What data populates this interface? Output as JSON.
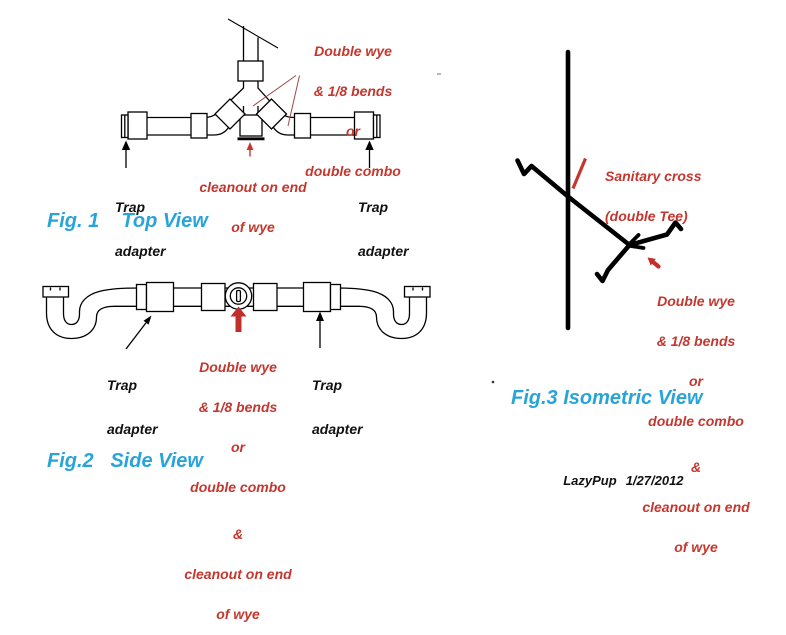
{
  "colors": {
    "red": "#C4372F",
    "leader_red": "#9C4A48",
    "blue": "#29A4D9",
    "ink": "#000000"
  },
  "fig1": {
    "caption": "Fig. 1    Top View",
    "wye_note": [
      "Double wye",
      "& 1/8 bends",
      "or",
      "double combo"
    ],
    "cleanout_note": [
      "cleanout on end",
      "of wye"
    ],
    "trap_left": [
      "Trap",
      "adapter"
    ],
    "trap_right": [
      "Trap",
      "adapter"
    ]
  },
  "fig2": {
    "caption": "Fig.2   Side View",
    "note": [
      "Double wye",
      "& 1/8 bends",
      "or",
      "double combo",
      "&",
      "cleanout on end",
      "of wye"
    ],
    "trap_left": [
      "Trap",
      "adapter"
    ],
    "trap_right": [
      "Trap",
      "adapter"
    ]
  },
  "fig3": {
    "caption": "Fig.3 Isometric View",
    "cross_note": [
      "Sanitary cross",
      "(double Tee)"
    ],
    "note": [
      "Double wye",
      "& 1/8 bends",
      "or",
      "double combo",
      "&",
      "cleanout on end",
      "of wye"
    ],
    "credit_name": "LazyPup",
    "credit_date": "1/27/2012"
  }
}
